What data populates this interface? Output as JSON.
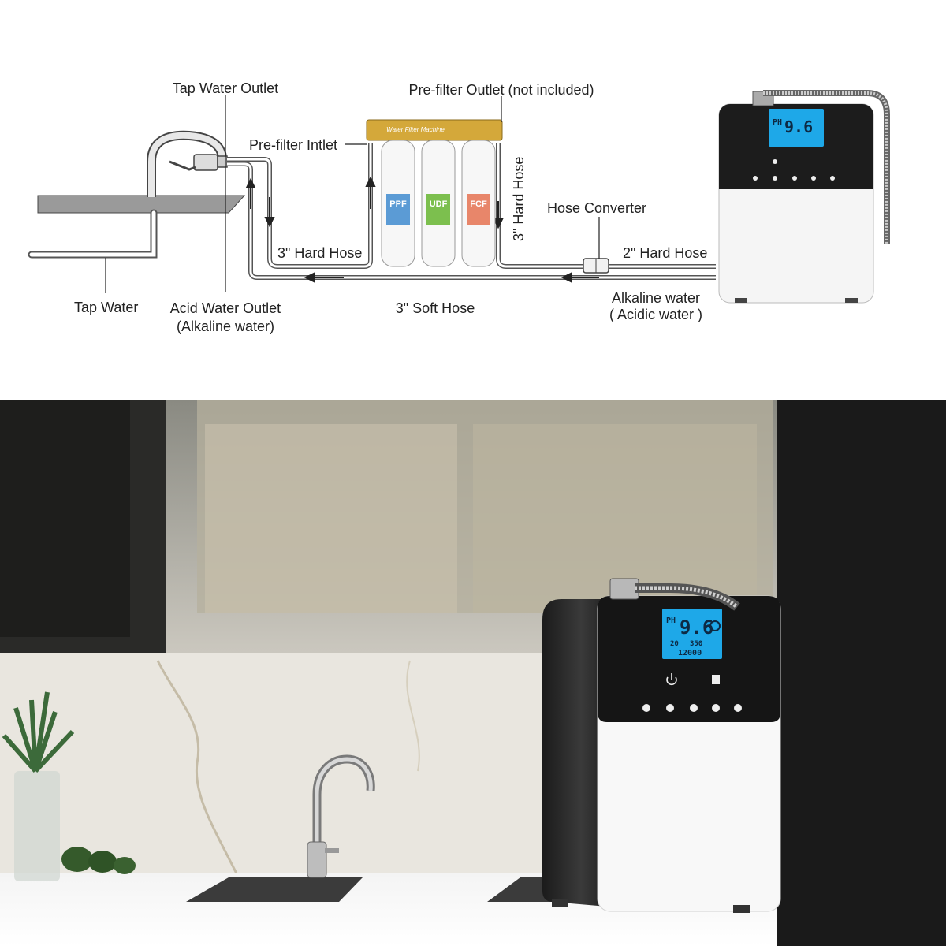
{
  "diagram": {
    "labels": {
      "tap_water_outlet": "Tap Water Outlet",
      "prefilter_outlet": "Pre-filter Outlet (not included)",
      "prefilter_inlet": "Pre-filter Intlet",
      "hard_hose_left": "3\" Hard Hose",
      "hard_hose_vertical": "3\" Hard Hose",
      "hose_converter": "Hose Converter",
      "hard_hose_2": "2\" Hard Hose",
      "tap_water": "Tap Water",
      "acid_outlet_line1": "Acid Water Outlet",
      "acid_outlet_line2": "(Alkaline water)",
      "soft_hose": "3\" Soft Hose",
      "alkaline_line1": "Alkaline water",
      "alkaline_line2": "( Acidic water )"
    },
    "filters": {
      "header": "Water Filter Machine",
      "cartridges": [
        {
          "label": "PPF",
          "color": "#5b9bd5"
        },
        {
          "label": "UDF",
          "color": "#7cbf4e"
        },
        {
          "label": "FCF",
          "color": "#e8866a"
        }
      ]
    }
  },
  "device": {
    "display": {
      "ph_label": "PH",
      "ph_value": "9.6",
      "temp_value": "20",
      "flow_value": "350",
      "counter_value": "12000",
      "backlight_color": "#1ea8e8"
    }
  }
}
